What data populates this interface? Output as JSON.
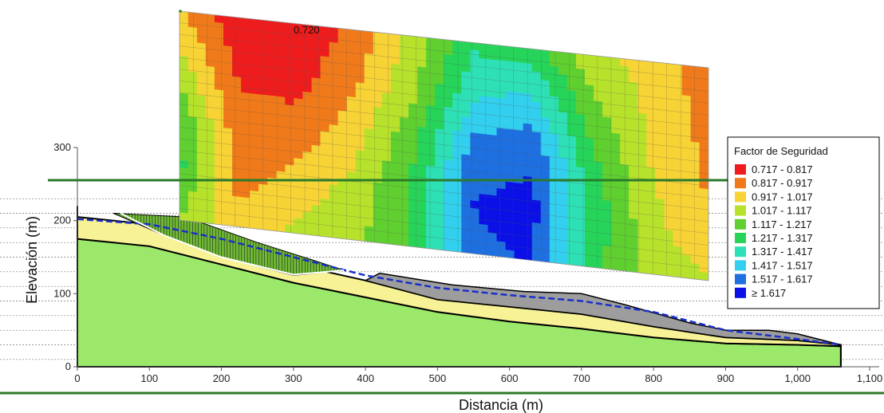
{
  "chart_data": {
    "type": "heatmap",
    "xlabel": "Distancia (m)",
    "ylabel": "Elevación (m)",
    "xlim": [
      0,
      1100
    ],
    "ylim": [
      0,
      300
    ],
    "x_ticks": [
      "0",
      "100",
      "200",
      "300",
      "400",
      "500",
      "600",
      "700",
      "800",
      "900",
      "1,000",
      "1,100"
    ],
    "y_ticks": [
      "0",
      "100",
      "200",
      "300"
    ],
    "min_label": "0.720",
    "legend": {
      "title": "Factor de Seguridad",
      "placement": "right",
      "entries": [
        {
          "label": "0.717 - 0.817",
          "color": "#ee1c1c"
        },
        {
          "label": "0.817 - 0.917",
          "color": "#f07a1a"
        },
        {
          "label": "0.917 - 1.017",
          "color": "#f7d335"
        },
        {
          "label": "1.017 - 1.117",
          "color": "#b7e22b"
        },
        {
          "label": "1.117 - 1.217",
          "color": "#5fd02f"
        },
        {
          "label": "1.217 - 1.317",
          "color": "#26d45a"
        },
        {
          "label": "1.317 - 1.417",
          "color": "#2ee0b5"
        },
        {
          "label": "1.417 - 1.517",
          "color": "#33cfee"
        },
        {
          "label": "1.517 - 1.617",
          "color": "#1e6fe0"
        },
        {
          "label": "≥ 1.617",
          "color": "#0a10e6"
        }
      ]
    },
    "factor_grid": {
      "columns_x_m": [
        145,
        220,
        300,
        380,
        460,
        540,
        620,
        700,
        780,
        870
      ],
      "rows_elevation_top_to_bottom": [
        [
          0.93,
          0.75,
          0.72,
          0.85,
          1.05,
          1.3,
          1.25,
          1.05,
          0.98,
          0.86
        ],
        [
          1.05,
          0.8,
          0.78,
          0.9,
          1.1,
          1.4,
          1.45,
          1.15,
          1.0,
          0.88
        ],
        [
          1.2,
          0.85,
          0.85,
          0.98,
          1.2,
          1.55,
          1.6,
          1.25,
          1.02,
          0.9
        ],
        [
          1.25,
          0.88,
          0.95,
          1.05,
          1.25,
          1.62,
          1.65,
          1.3,
          1.05,
          0.93
        ],
        [
          1.1,
          0.95,
          1.05,
          1.1,
          1.22,
          1.6,
          1.62,
          1.25,
          1.08,
          1.02
        ]
      ]
    },
    "profile": {
      "ground_surface": [
        [
          0,
          220
        ],
        [
          50,
          210
        ],
        [
          150,
          205
        ],
        [
          250,
          170
        ],
        [
          330,
          145
        ],
        [
          420,
          128
        ],
        [
          520,
          112
        ],
        [
          620,
          103
        ],
        [
          700,
          100
        ],
        [
          760,
          85
        ],
        [
          850,
          60
        ],
        [
          900,
          50
        ],
        [
          960,
          50
        ],
        [
          1000,
          45
        ],
        [
          1060,
          30
        ]
      ],
      "yellow_layer_top": [
        [
          0,
          205
        ],
        [
          100,
          195
        ],
        [
          200,
          170
        ],
        [
          300,
          140
        ],
        [
          400,
          118
        ],
        [
          500,
          92
        ],
        [
          600,
          82
        ],
        [
          700,
          72
        ],
        [
          800,
          55
        ],
        [
          900,
          40
        ],
        [
          1000,
          36
        ],
        [
          1060,
          30
        ]
      ],
      "green_layer_top": [
        [
          0,
          175
        ],
        [
          100,
          165
        ],
        [
          200,
          140
        ],
        [
          300,
          115
        ],
        [
          400,
          95
        ],
        [
          500,
          75
        ],
        [
          600,
          62
        ],
        [
          700,
          52
        ],
        [
          800,
          40
        ],
        [
          900,
          32
        ],
        [
          1000,
          30
        ],
        [
          1060,
          28
        ]
      ],
      "water_table": [
        [
          0,
          202
        ],
        [
          100,
          195
        ],
        [
          200,
          175
        ],
        [
          300,
          150
        ],
        [
          400,
          125
        ],
        [
          500,
          108
        ],
        [
          600,
          98
        ],
        [
          700,
          90
        ],
        [
          800,
          75
        ],
        [
          900,
          50
        ],
        [
          1000,
          38
        ],
        [
          1060,
          30
        ]
      ],
      "horizontal_line_elevation": 260
    },
    "grid": true
  }
}
